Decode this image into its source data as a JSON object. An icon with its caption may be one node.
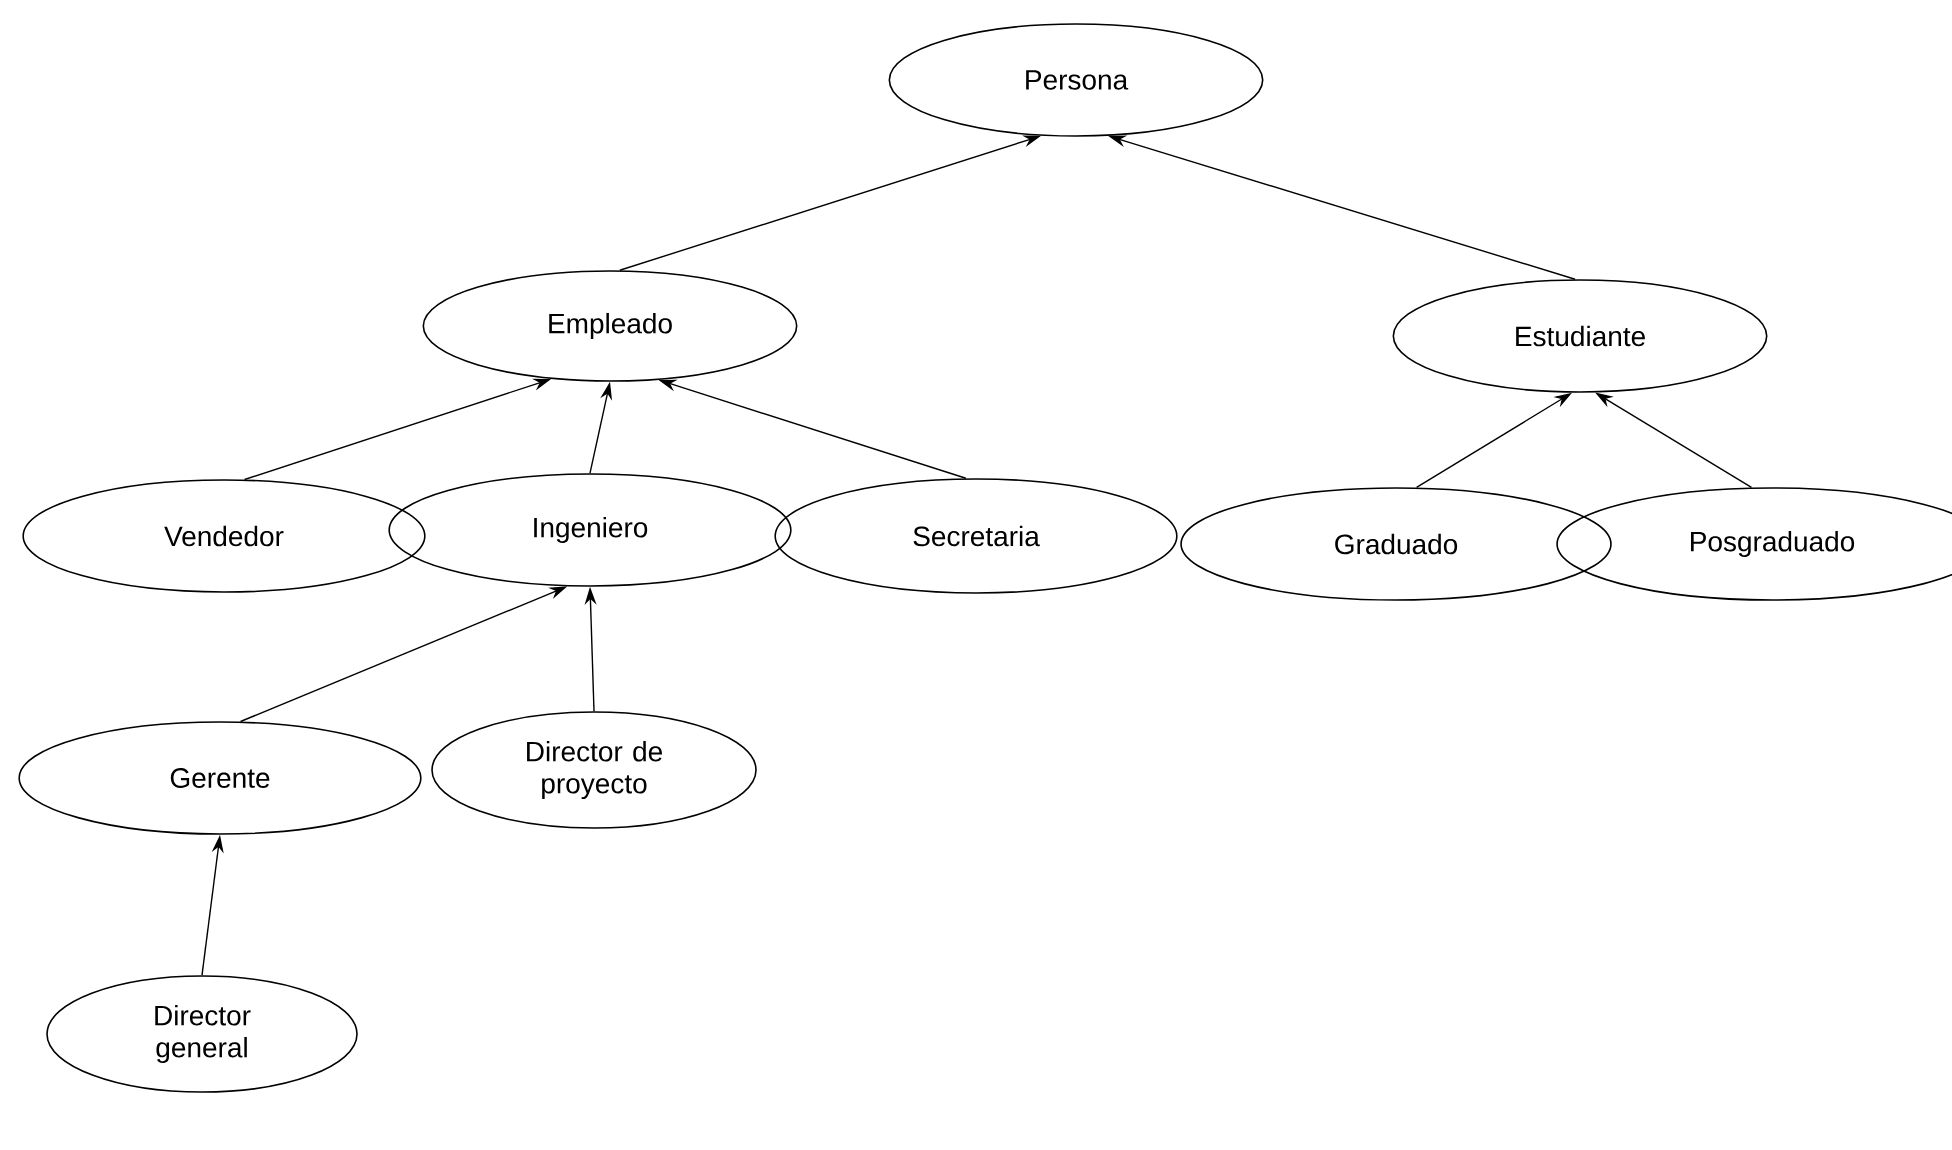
{
  "diagram": {
    "nodes": [
      {
        "text": [
          "Persona"
        ]
      },
      {
        "text": [
          "Empleado"
        ]
      },
      {
        "text": [
          "Estudiante"
        ]
      },
      {
        "text": [
          "Vendedor"
        ]
      },
      {
        "text": [
          "Ingeniero"
        ]
      },
      {
        "text": [
          "Secretaria"
        ]
      },
      {
        "text": [
          "Graduado"
        ]
      },
      {
        "text": [
          "Posgraduado"
        ]
      },
      {
        "text": [
          "Gerente"
        ]
      },
      {
        "text": [
          "Director de proyecto"
        ]
      },
      {
        "text": [
          "Director general"
        ]
      }
    ],
    "edges": [
      {
        "from": 1,
        "to": 0,
        "arrow": "to"
      },
      {
        "from": 2,
        "to": 0,
        "arrow": "to"
      },
      {
        "from": 3,
        "to": 1,
        "arrow": "to"
      },
      {
        "from": 4,
        "to": 1,
        "arrow": "to"
      },
      {
        "from": 5,
        "to": 1,
        "arrow": "to"
      },
      {
        "from": 6,
        "to": 2,
        "arrow": "to"
      },
      {
        "from": 7,
        "to": 2,
        "arrow": "to"
      },
      {
        "from": 8,
        "to": 4,
        "arrow": "to"
      },
      {
        "from": 9,
        "to": 4,
        "arrow": "to"
      },
      {
        "from": 10,
        "to": 8,
        "arrow": "to"
      }
    ]
  }
}
